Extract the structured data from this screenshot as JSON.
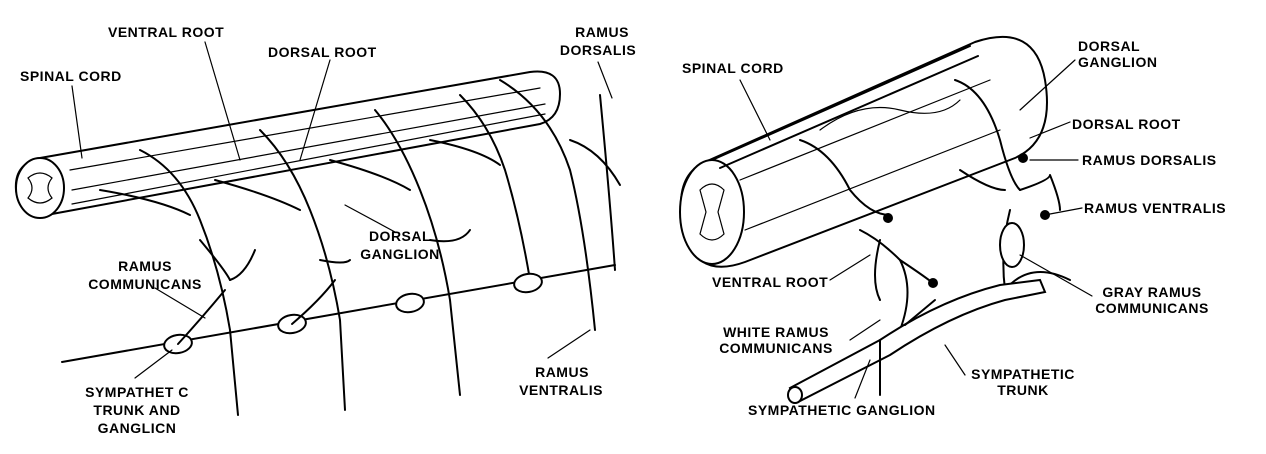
{
  "left_diagram": {
    "labels": {
      "ventral_root": "VENTRAL ROOT",
      "dorsal_root": "DORSAL ROOT",
      "ramus_dorsalis_1": "RAMUS",
      "ramus_dorsalis_2": "DORSALIS",
      "spinal_cord": "SPINAL CORD",
      "dorsal_ganglion_1": "DORSAL",
      "dorsal_ganglion_2": "GANGLION",
      "ramus_communicans_1": "RAMUS",
      "ramus_communicans_2": "COMMUNICANS",
      "ramus_ventralis_1": "RAMUS",
      "ramus_ventralis_2": "VENTRALIS",
      "sympathetic_trunk_1": "SYMPATHET C",
      "sympathetic_trunk_2": "TRUNK AND",
      "sympathetic_trunk_3": "GANGLICN"
    }
  },
  "right_diagram": {
    "labels": {
      "spinal_cord": "SPINAL CORD",
      "dorsal_ganglion_1": "DORSAL",
      "dorsal_ganglion_2": "GANGLION",
      "dorsal_root": "DORSAL ROOT",
      "ramus_dorsalis": "RAMUS DORSALIS",
      "ramus_ventralis": "RAMUS VENTRALIS",
      "ventral_root": "VENTRAL ROOT",
      "gray_ramus_1": "GRAY RAMUS",
      "gray_ramus_2": "COMMUNICANS",
      "white_ramus_1": "WHITE RAMUS",
      "white_ramus_2": "COMMUNICANS",
      "sympathetic_trunk_1": "SYMPATHETIC",
      "sympathetic_trunk_2": "TRUNK",
      "sympathetic_ganglion": "SYMPATHETIC GANGLION"
    }
  },
  "colors": {
    "ink": "#000000",
    "paper": "#ffffff"
  }
}
